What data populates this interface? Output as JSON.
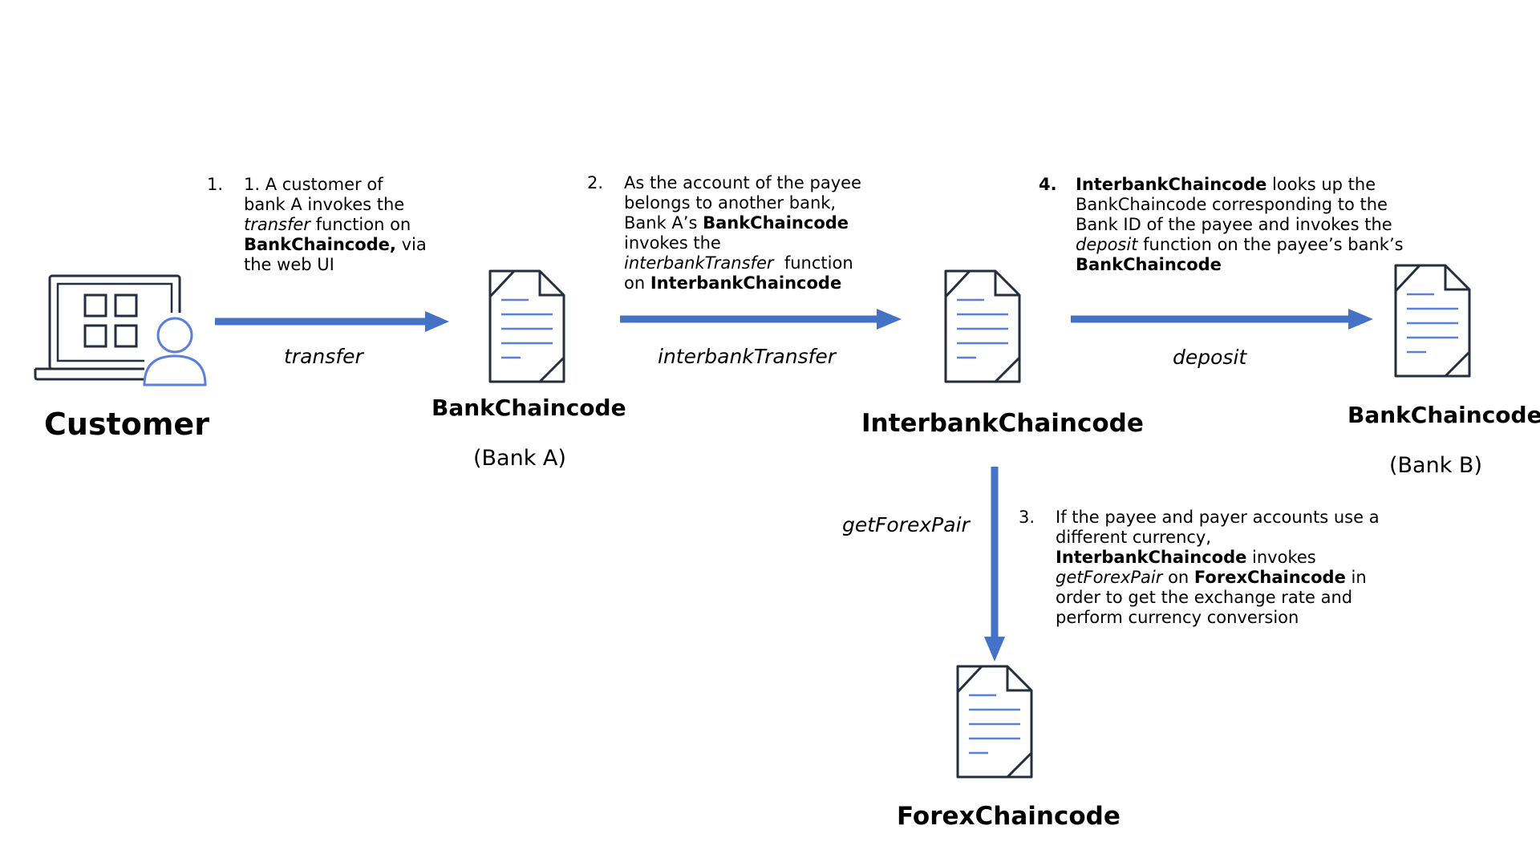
{
  "colors": {
    "arrow": "#4472c4",
    "doc_lines": "#5b7fdc",
    "outline": "#232f3e",
    "person": "#5b7fdc"
  },
  "customer": {
    "icon": "laptop-user-icon",
    "label": "Customer"
  },
  "nodes": {
    "bank_a": {
      "icon": "document-icon",
      "title": "BankChaincode",
      "subtitle": "(Bank A)"
    },
    "interbank": {
      "icon": "document-icon",
      "title": "InterbankChaincode"
    },
    "bank_b": {
      "icon": "document-icon",
      "title": "BankChaincode",
      "subtitle": "(Bank B)"
    },
    "forex": {
      "icon": "document-icon",
      "title": "ForexChaincode"
    }
  },
  "edges": {
    "transfer": {
      "icon": "arrow-right-icon",
      "label": "transfer"
    },
    "interbank_transfer": {
      "icon": "arrow-right-icon",
      "label": "interbankTransfer"
    },
    "deposit": {
      "icon": "arrow-right-icon",
      "label": "deposit"
    },
    "get_forex_pair": {
      "icon": "arrow-down-icon",
      "label": "getForexPair"
    }
  },
  "steps": {
    "step1": {
      "number": "1.",
      "line1": "1. A customer of",
      "line2": "bank A invokes the",
      "line3_italic": "transfer",
      "line3_rest": " function on",
      "line4_bold": "BankChaincode,",
      "line4_rest": " via",
      "line5": "the web UI"
    },
    "step2": {
      "number": "2.",
      "line1": "As the account of the payee",
      "line2": "belongs to another bank,",
      "line3_pre": "Bank A’s ",
      "line3_bold": "BankChaincode",
      "line4": "invokes the",
      "line5_italic": "interbankTransfer",
      "line5_rest": "  function",
      "line6_pre": "on ",
      "line6_bold": "InterbankChaincode"
    },
    "step3": {
      "number": "3.",
      "line1": "If the payee and payer accounts use a",
      "line2": "different currency,",
      "line3_bold": "InterbankChaincode",
      "line3_rest": " invokes",
      "line4_italic": "getForexPair",
      "line4_mid": " on ",
      "line4_bold": "ForexChaincode",
      "line4_rest": " in",
      "line5": "order to get the exchange rate and",
      "line6": "perform currency conversion"
    },
    "step4": {
      "number": "4.",
      "line1_bold": "InterbankChaincode",
      "line1_rest": " looks up the",
      "line2": "BankChaincode corresponding to the",
      "line3": "Bank ID of the payee and invokes the",
      "line4_italic": "deposit",
      "line4_rest": " function on the payee’s bank’s",
      "line5_bold": "BankChaincode"
    }
  }
}
